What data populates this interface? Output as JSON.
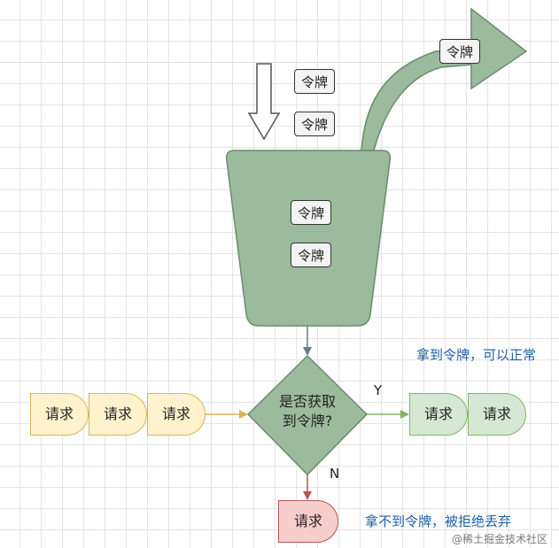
{
  "tokens": {
    "incoming": [
      "令牌",
      "令牌"
    ],
    "outgoing": "令牌",
    "bucket": [
      "令牌",
      "令牌"
    ]
  },
  "decision": {
    "line1": "是否获取",
    "line2": "到令牌?"
  },
  "edges": {
    "yes_label": "Y",
    "no_label": "N"
  },
  "queue": [
    "请求",
    "请求",
    "请求"
  ],
  "passed": [
    "请求",
    "请求"
  ],
  "rejected": "请求",
  "notes": {
    "pass": "拿到令牌，可以正常",
    "reject": "拿不到令牌，被拒绝丢弃"
  },
  "watermark": "@稀土掘金技术社区",
  "colors": {
    "bucket_fill": "#9cbb9d",
    "queue_fill": "#fff2cc",
    "pass_fill": "#d5e8d4",
    "reject_fill": "#f8cecc",
    "note_text": "#1f5fa0"
  }
}
